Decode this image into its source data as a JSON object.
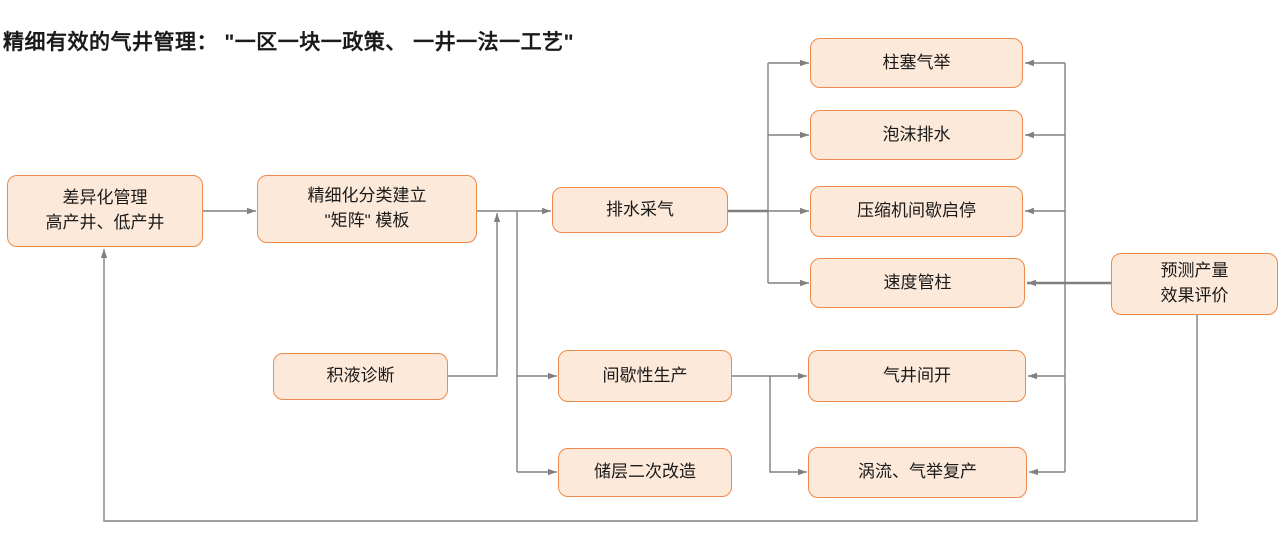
{
  "title": "精细有效的气井管理： \"一区一块一政策、 一井一法一工艺\"",
  "nodes": {
    "differentiated_management": {
      "label": "差异化管理\n高产井、低产井"
    },
    "matrix_template": {
      "label": "精细化分类建立\n\"矩阵\" 模板"
    },
    "drainage_gas_recovery": {
      "label": "排水采气"
    },
    "plunger_gas_lift": {
      "label": "柱塞气举"
    },
    "foam_drainage": {
      "label": "泡沫排水"
    },
    "compressor_intermittent": {
      "label": "压缩机间歇启停"
    },
    "velocity_string": {
      "label": "速度管柱"
    },
    "production_forecast": {
      "label": "预测产量\n效果评价"
    },
    "liquid_loading_diagnosis": {
      "label": "积液诊断"
    },
    "intermittent_production": {
      "label": "间歇性生产"
    },
    "well_intermittent_opening": {
      "label": "气井间开"
    },
    "reservoir_restimulation": {
      "label": "储层二次改造"
    },
    "vortex_gas_lift_restart": {
      "label": "涡流、气举复产"
    }
  },
  "colors": {
    "box_fill": "#FCE9D9",
    "box_border": "#ED8A4C",
    "connector": "#808080",
    "text": "#1A1A1A"
  }
}
